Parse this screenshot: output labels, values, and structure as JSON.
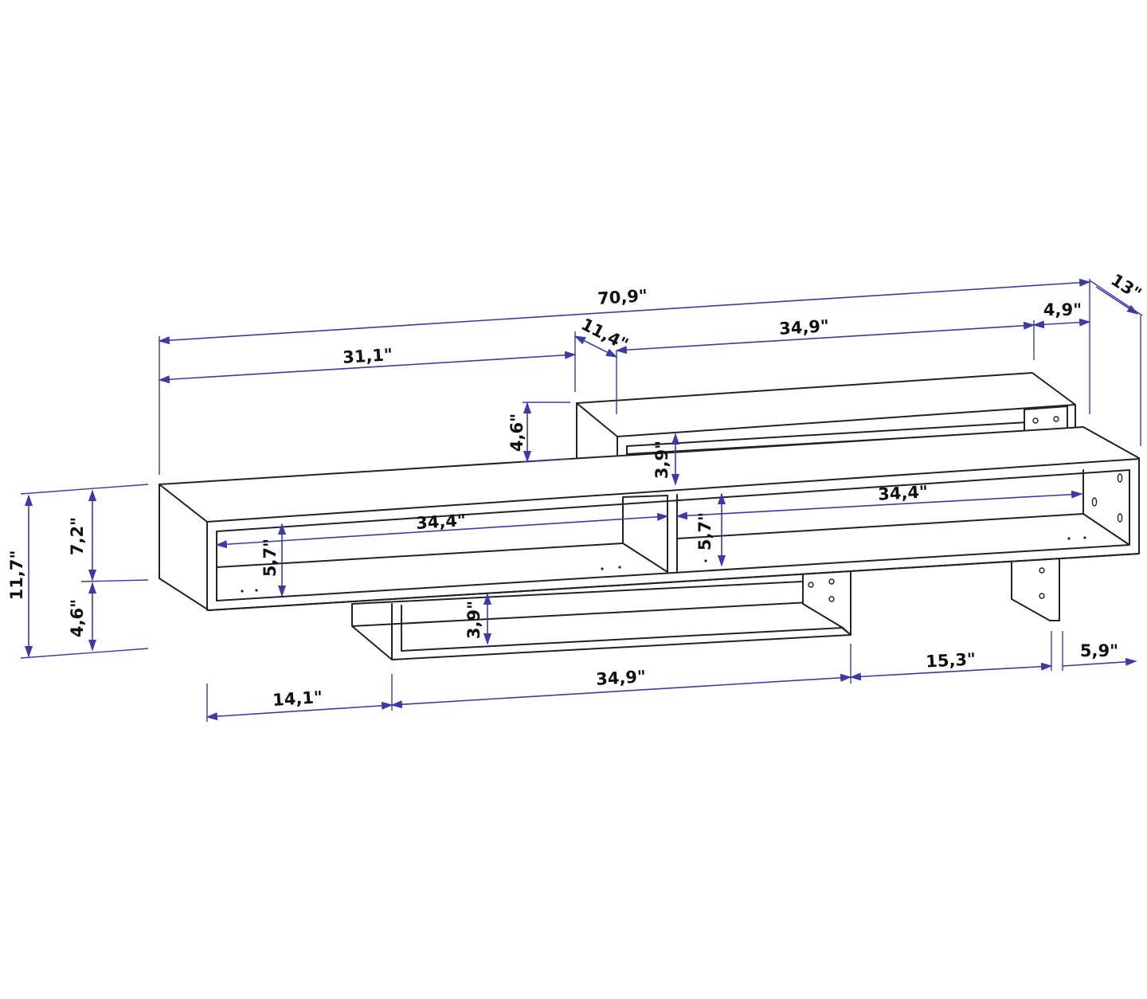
{
  "colors": {
    "dimension_line": "#3a3aa8",
    "outline": "#222222",
    "label": "#111111"
  },
  "dimensions": {
    "total_width": "70,9\"",
    "depth": "13\"",
    "left_width": "31,1\"",
    "top_offset": "11,4\"",
    "top_width": "34,9\"",
    "top_overhang": "4,9\"",
    "top_height": "4,6\"",
    "top_opening": "3,9\"",
    "left_shelf_width": "34,4\"",
    "left_opening": "5,7\"",
    "right_shelf_width": "34,4\"",
    "right_opening": "5,7\"",
    "total_height": "11,7\"",
    "upper_height": "7,2\"",
    "lower_height": "4,6\"",
    "bottom_opening": "3,9\"",
    "bottom_left_offset": "14,1\"",
    "bottom_width": "34,9\"",
    "leg_gap": "15,3\"",
    "leg_width": "5,9\""
  }
}
